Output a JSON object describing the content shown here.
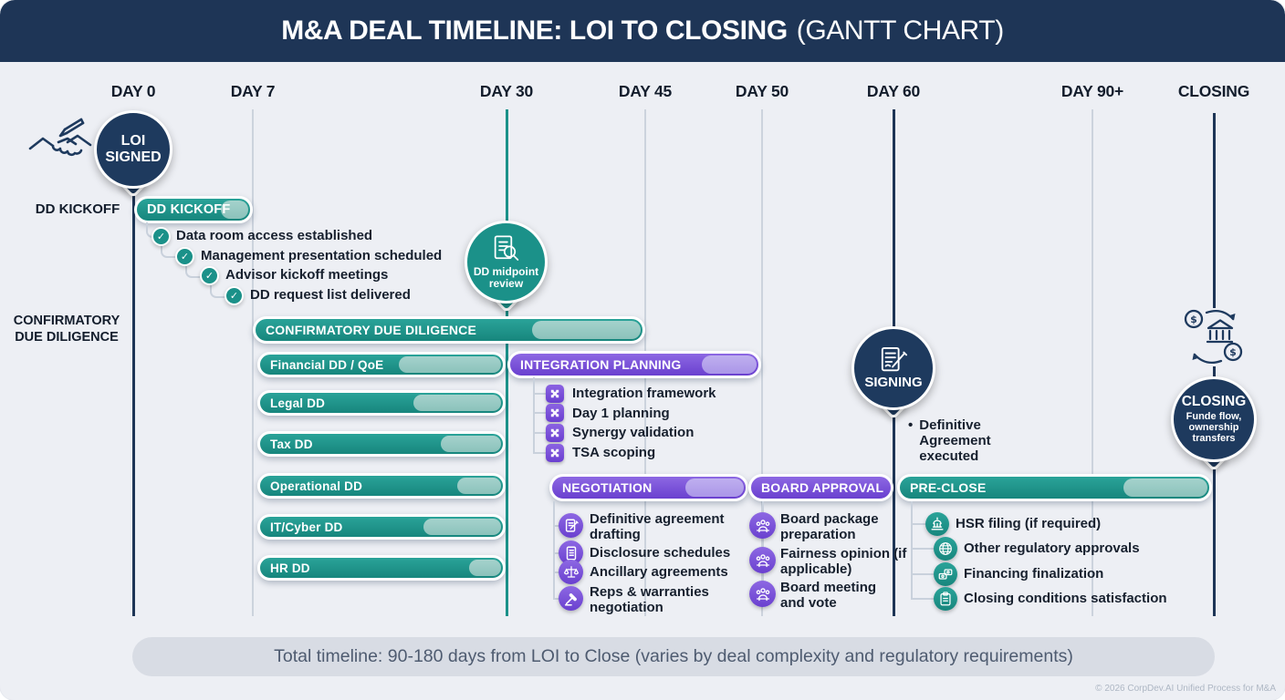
{
  "header": {
    "title_main": "M&A DEAL TIMELINE: LOI TO CLOSING",
    "title_suffix": "(GANTT CHART)"
  },
  "timeline_labels": [
    "DAY 0",
    "DAY 7",
    "DAY 30",
    "DAY 45",
    "DAY 50",
    "DAY 60",
    "DAY 90+",
    "CLOSING"
  ],
  "side_labels": {
    "dd_kickoff": "DD KICKOFF",
    "confirmatory": "CONFIRMATORY DUE DILIGENCE"
  },
  "milestones": {
    "loi": {
      "label": "LOI SIGNED"
    },
    "dd_midpoint": {
      "label": "DD midpoint review"
    },
    "signing": {
      "label": "SIGNING",
      "note": "Definitive Agreement executed"
    },
    "closing": {
      "label": "CLOSING",
      "sublabel": "Funde flow, ownership transfers"
    }
  },
  "phases": {
    "dd_kickoff": {
      "label": "DD KICKOFF",
      "items": [
        "Data room access established",
        "Management presentation scheduled",
        "Advisor kickoff meetings",
        "DD request list delivered"
      ]
    },
    "confirmatory_dd": {
      "label": "CONFIRMATORY DUE DILIGENCE",
      "subbars": [
        "Financial DD / QoE",
        "Legal DD",
        "Tax DD",
        "Operational DD",
        "IT/Cyber DD",
        "HR DD"
      ]
    },
    "integration_planning": {
      "label": "INTEGRATION PLANNING",
      "items": [
        "Integration framework",
        "Day 1 planning",
        "Synergy validation",
        "TSA scoping"
      ]
    },
    "negotiation": {
      "label": "NEGOTIATION",
      "items": [
        "Definitive agreement drafting",
        "Disclosure schedules",
        "Ancillary agreements",
        "Reps & warranties negotiation"
      ]
    },
    "board_approval": {
      "label": "BOARD APPROVAL",
      "items": [
        "Board package preparation",
        "Fairness opinion (if applicable)",
        "Board meeting and vote"
      ]
    },
    "pre_close": {
      "label": "PRE-CLOSE",
      "items": [
        "HSR filing (if required)",
        "Other regulatory approvals",
        "Financing finalization",
        "Closing conditions satisfaction"
      ]
    }
  },
  "footer": {
    "banner": "Total timeline: 90-180 days from LOI to Close (varies by deal complexity and regulatory requirements)",
    "copyright": "© 2026 CorpDev.AI Unified Process for M&A"
  },
  "colors": {
    "navy": "#1e3556",
    "teal": "#1b9189",
    "teal_light": "#96c9c2",
    "purple": "#7a52d6",
    "purple_light": "#b5a3ec",
    "background": "#edeff4"
  },
  "chart_data": {
    "type": "table",
    "title": "M&A DEAL TIMELINE: LOI TO CLOSING (GANTT CHART)",
    "x_axis_ticks": [
      "DAY 0",
      "DAY 7",
      "DAY 30",
      "DAY 45",
      "DAY 50",
      "DAY 60",
      "DAY 90+",
      "CLOSING"
    ],
    "milestones": [
      {
        "label": "LOI SIGNED",
        "day": "DAY 0"
      },
      {
        "label": "DD midpoint review",
        "day": "DAY 30"
      },
      {
        "label": "SIGNING — Definitive Agreement executed",
        "day": "DAY 60"
      },
      {
        "label": "CLOSING — Funde flow, ownership transfers",
        "day": "CLOSING"
      }
    ],
    "bars": [
      {
        "label": "DD KICKOFF",
        "start": "DAY 0",
        "end": "DAY 7",
        "color": "teal"
      },
      {
        "label": "CONFIRMATORY DUE DILIGENCE",
        "start": "DAY 7",
        "end": "DAY 45",
        "color": "teal"
      },
      {
        "label": "Financial DD / QoE",
        "start": "DAY 7",
        "end": "DAY 30",
        "color": "teal"
      },
      {
        "label": "Legal DD",
        "start": "DAY 7",
        "end": "DAY 30",
        "color": "teal"
      },
      {
        "label": "Tax DD",
        "start": "DAY 7",
        "end": "DAY 30",
        "color": "teal"
      },
      {
        "label": "Operational DD",
        "start": "DAY 7",
        "end": "DAY 30",
        "color": "teal"
      },
      {
        "label": "IT/Cyber DD",
        "start": "DAY 7",
        "end": "DAY 30",
        "color": "teal"
      },
      {
        "label": "HR DD",
        "start": "DAY 7",
        "end": "DAY 30",
        "color": "teal"
      },
      {
        "label": "INTEGRATION PLANNING",
        "start": "DAY 30",
        "end": "DAY 50",
        "color": "purple"
      },
      {
        "label": "NEGOTIATION",
        "start": "DAY 30",
        "end": "DAY 50",
        "color": "purple"
      },
      {
        "label": "BOARD APPROVAL",
        "start": "DAY 50",
        "end": "DAY 60",
        "color": "purple"
      },
      {
        "label": "PRE-CLOSE",
        "start": "DAY 60",
        "end": "CLOSING",
        "color": "teal"
      }
    ],
    "annotation": "Total timeline: 90-180 days from LOI to Close (varies by deal complexity and regulatory requirements)"
  }
}
